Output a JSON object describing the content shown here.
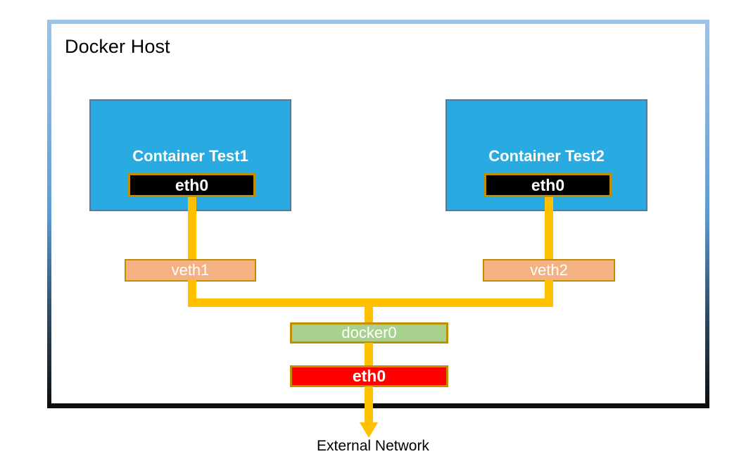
{
  "diagram": {
    "title": "Docker Host",
    "external_label": "External Network",
    "containers": [
      {
        "name": "Container Test1",
        "interface": "eth0"
      },
      {
        "name": "Container Test2",
        "interface": "eth0"
      }
    ],
    "veths": [
      {
        "name": "veth1"
      },
      {
        "name": "veth2"
      }
    ],
    "bridge": {
      "name": "docker0"
    },
    "host_interface": {
      "name": "eth0"
    },
    "colors": {
      "container_fill": "#29ABE2",
      "container_border": "#4A7EA8",
      "container_eth_fill": "#000000",
      "iface_border": "#BF8F00",
      "veth_fill": "#F4B183",
      "bridge_fill": "#A9D18E",
      "host_eth_fill": "#FF0000",
      "wire": "#FFC000",
      "frame_top": "#9DC3E6",
      "frame_mid": "#5B9BD5",
      "frame_bottom": "#0D0D0D",
      "text_light": "#FFFFFF",
      "text_dark": "#000000"
    }
  }
}
